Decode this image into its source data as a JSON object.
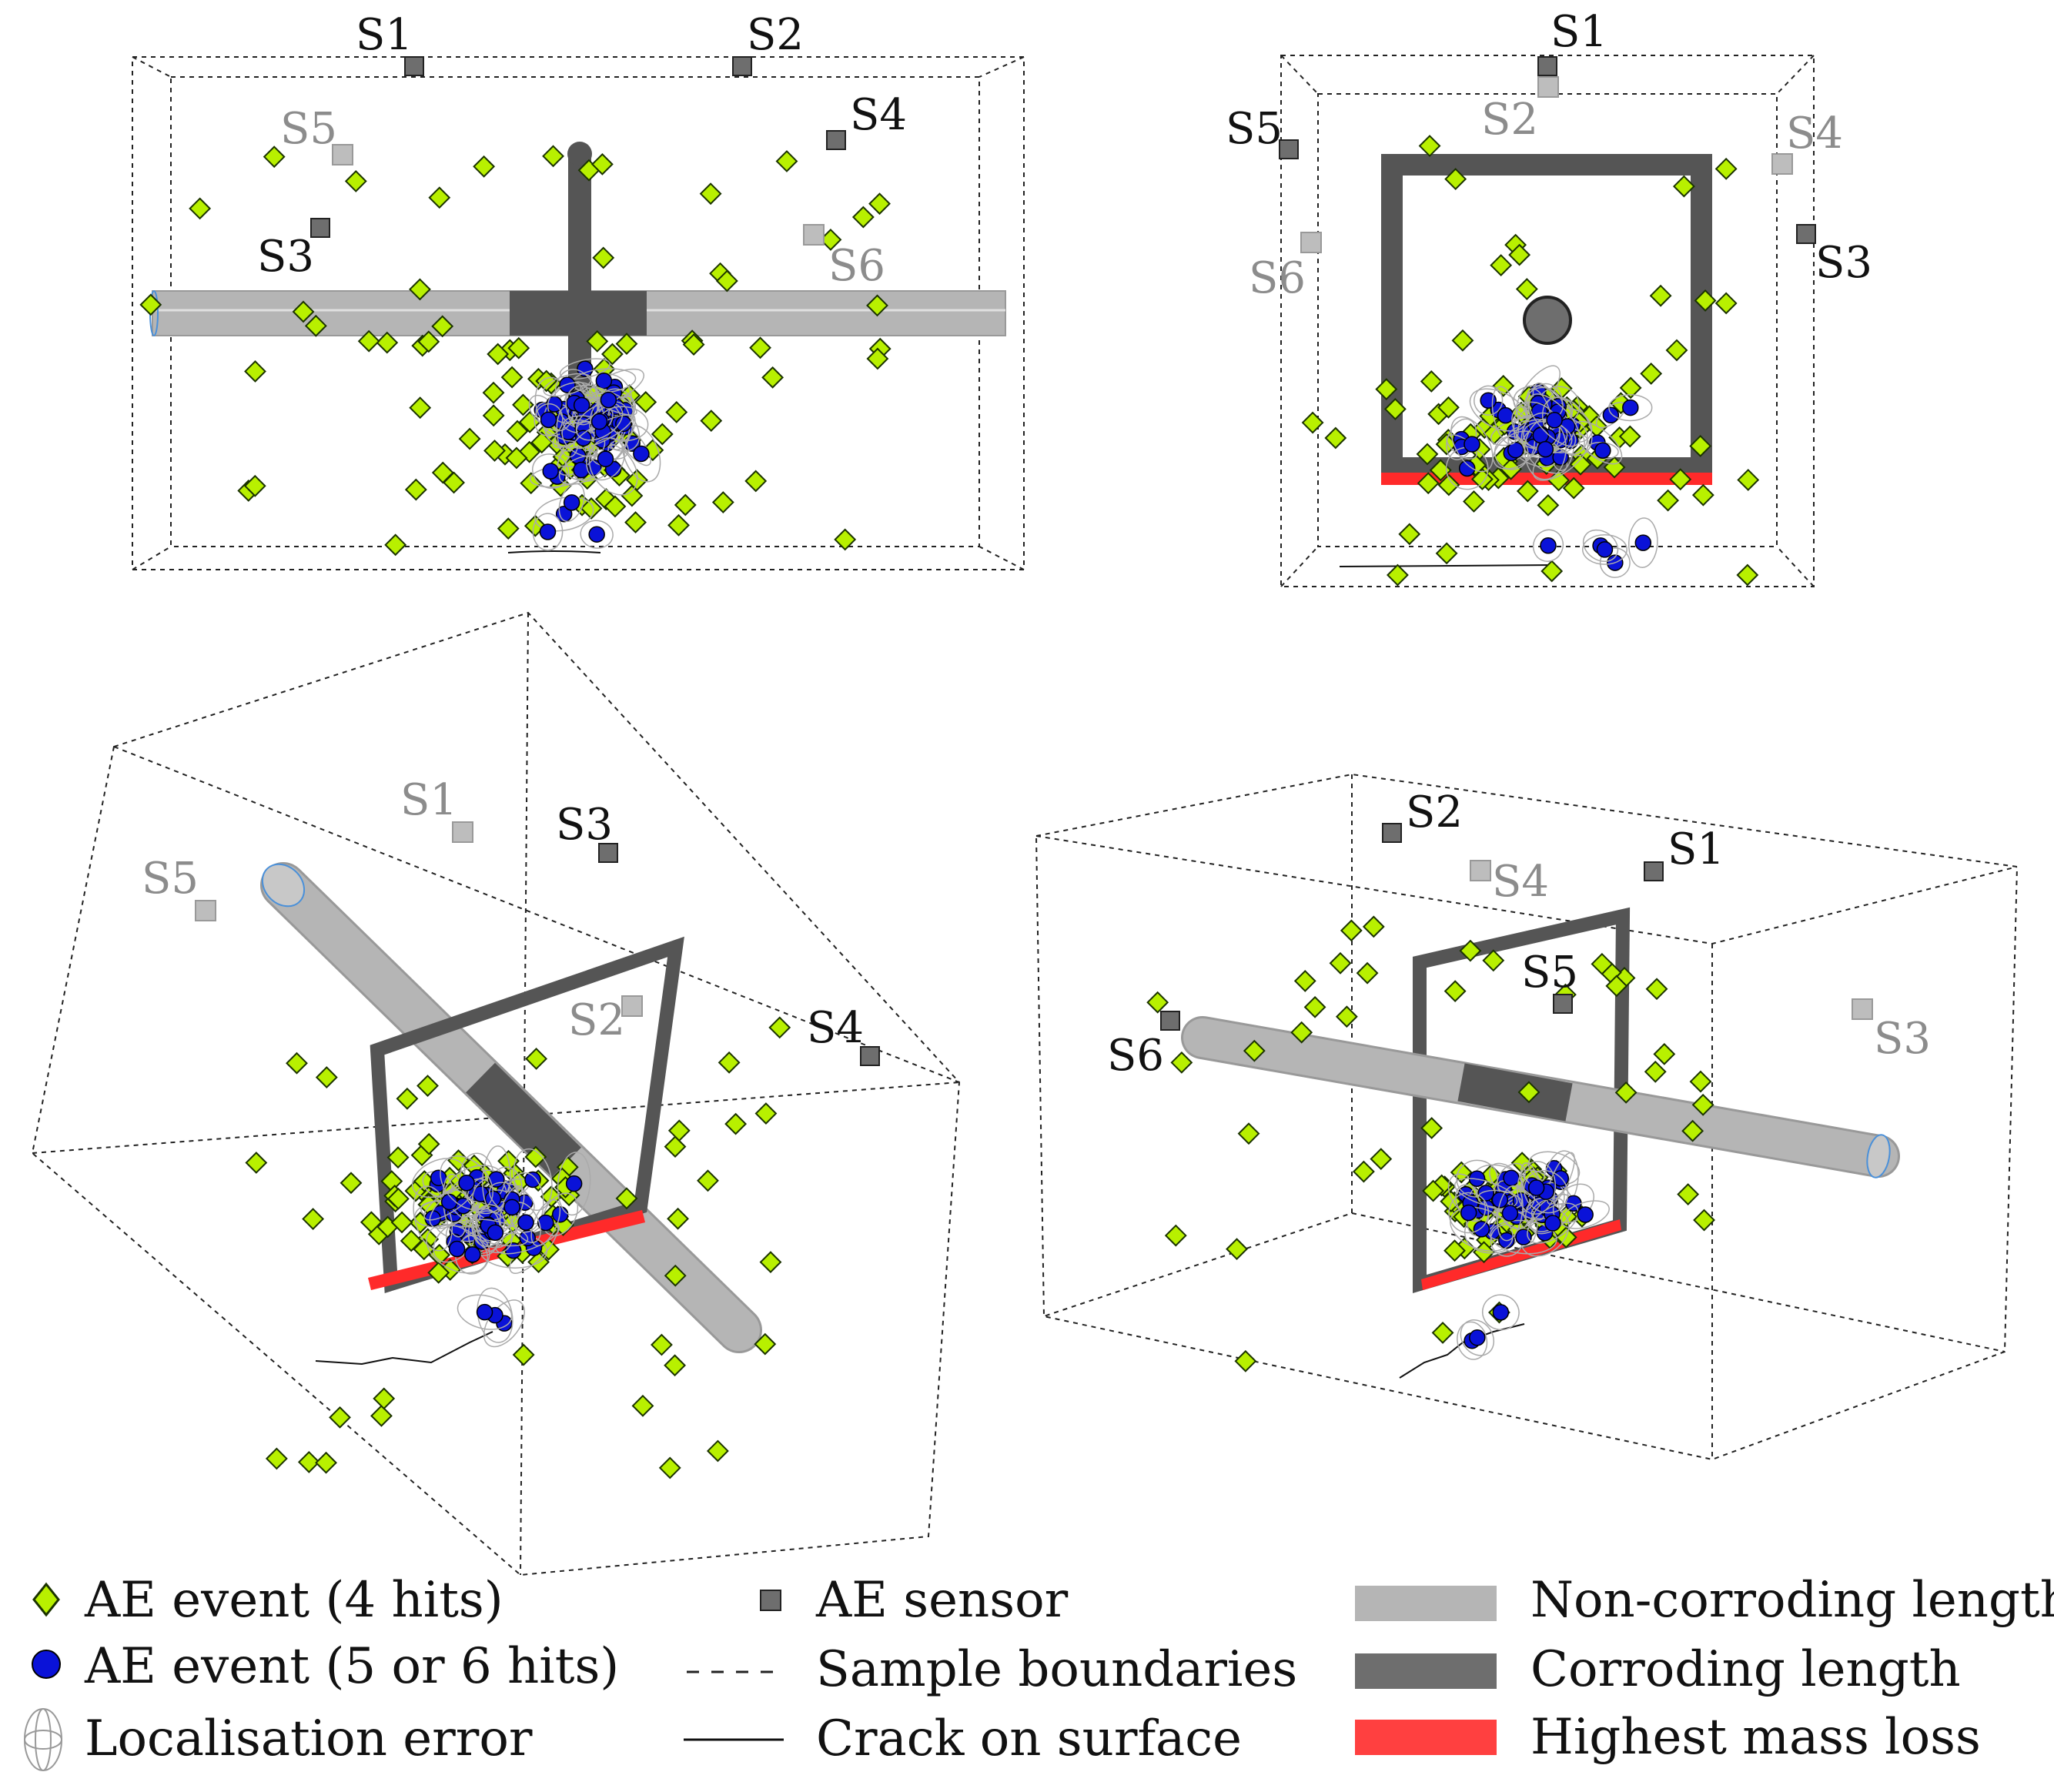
{
  "colors": {
    "event4": "#b8f000",
    "event4_stroke": "#1b3300",
    "event56": "#0a12d8",
    "sensor_dark": "#6e6e6e",
    "sensor_light": "#bdbdbd",
    "label_dark": "#111111",
    "label_light": "#8c8c8c",
    "noncorroding": "#b5b5b5",
    "corroding": "#555555",
    "highest_loss": "#ff2a2a",
    "boundary": "#222222"
  },
  "views": {
    "top_left": {
      "sensors": [
        {
          "label": "S1",
          "shade": "dark"
        },
        {
          "label": "S2",
          "shade": "dark"
        },
        {
          "label": "S4",
          "shade": "dark"
        },
        {
          "label": "S5",
          "shade": "light"
        },
        {
          "label": "S3",
          "shade": "dark"
        },
        {
          "label": "S6",
          "shade": "light"
        }
      ]
    },
    "top_right": {
      "sensors": [
        {
          "label": "S1",
          "shade": "dark"
        },
        {
          "label": "S2",
          "shade": "light"
        },
        {
          "label": "S5",
          "shade": "dark"
        },
        {
          "label": "S4",
          "shade": "light"
        },
        {
          "label": "S6",
          "shade": "light"
        },
        {
          "label": "S3",
          "shade": "dark"
        }
      ]
    },
    "bottom_left": {
      "sensors": [
        {
          "label": "S1",
          "shade": "light"
        },
        {
          "label": "S3",
          "shade": "dark"
        },
        {
          "label": "S5",
          "shade": "light"
        },
        {
          "label": "S2",
          "shade": "light"
        },
        {
          "label": "S4",
          "shade": "dark"
        }
      ]
    },
    "bottom_right": {
      "sensors": [
        {
          "label": "S2",
          "shade": "dark"
        },
        {
          "label": "S1",
          "shade": "dark"
        },
        {
          "label": "S4",
          "shade": "light"
        },
        {
          "label": "S5",
          "shade": "dark"
        },
        {
          "label": "S6",
          "shade": "dark"
        },
        {
          "label": "S3",
          "shade": "light"
        }
      ]
    }
  },
  "legend": {
    "ae_event_4": "AE event (4 hits)",
    "ae_event_56": "AE event (5 or 6 hits)",
    "localisation_error": "Localisation error",
    "ae_sensor": "AE sensor",
    "sample_boundaries": "Sample boundaries",
    "crack_on_surface": "Crack on surface",
    "non_corroding_length": "Non-corroding length",
    "corroding_length": "Corroding length",
    "highest_mass_loss": "Highest mass loss"
  }
}
